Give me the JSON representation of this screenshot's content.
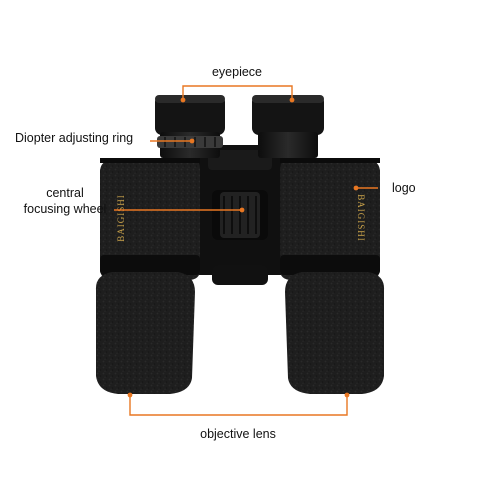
{
  "colors": {
    "leader": "#e87722",
    "body": "#151515",
    "leather": "#1f1f1f",
    "brand_text": "#c9a24a"
  },
  "labels": {
    "eyepiece": "eyepiece",
    "diopter": "Diopter adjusting ring",
    "focus_line1": "central",
    "focus_line2": "focusing wheel",
    "logo": "logo",
    "objective": "objective lens"
  },
  "brand": {
    "left": "BAIGISHI",
    "right": "BAIGISHI"
  }
}
